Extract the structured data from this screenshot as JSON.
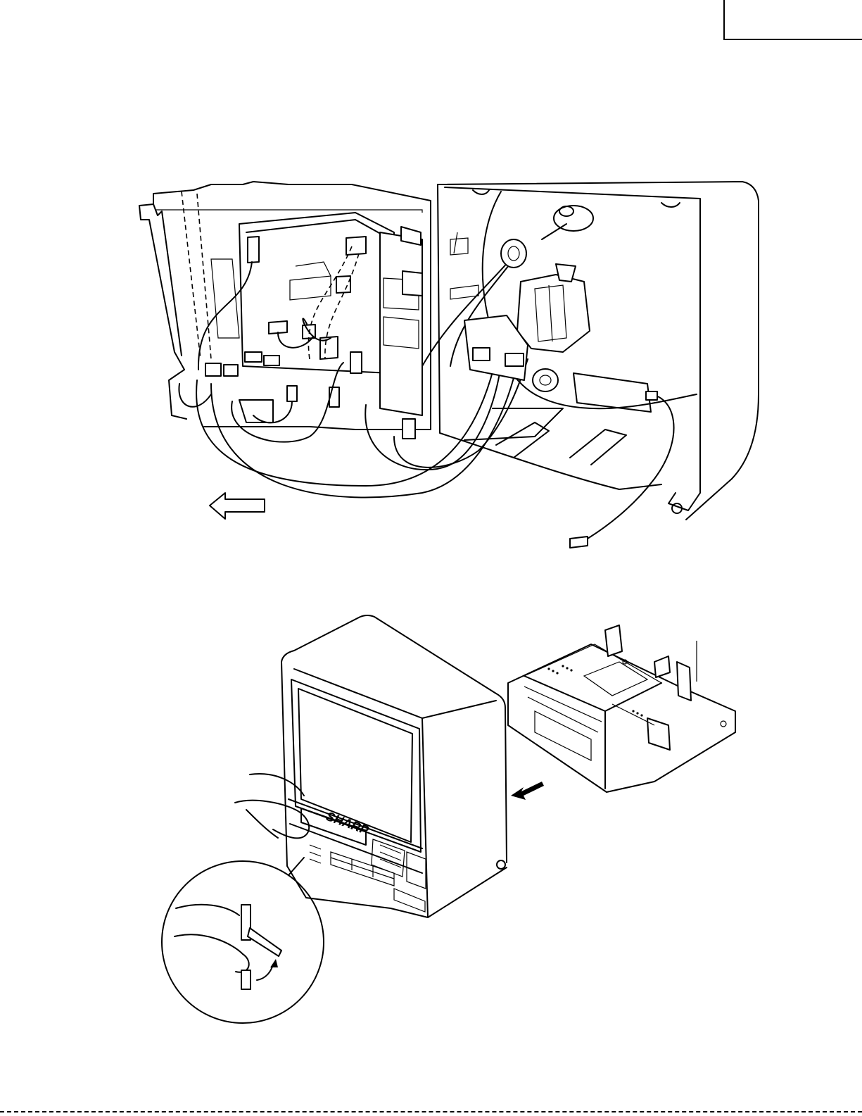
{
  "figure_top": {
    "arrow_direction": "left"
  },
  "figure_bottom": {
    "brand_logo_text": "SHARP",
    "arrow_direction": "down-left"
  },
  "colors": {
    "line": "#000000",
    "paper": "#ffffff"
  }
}
